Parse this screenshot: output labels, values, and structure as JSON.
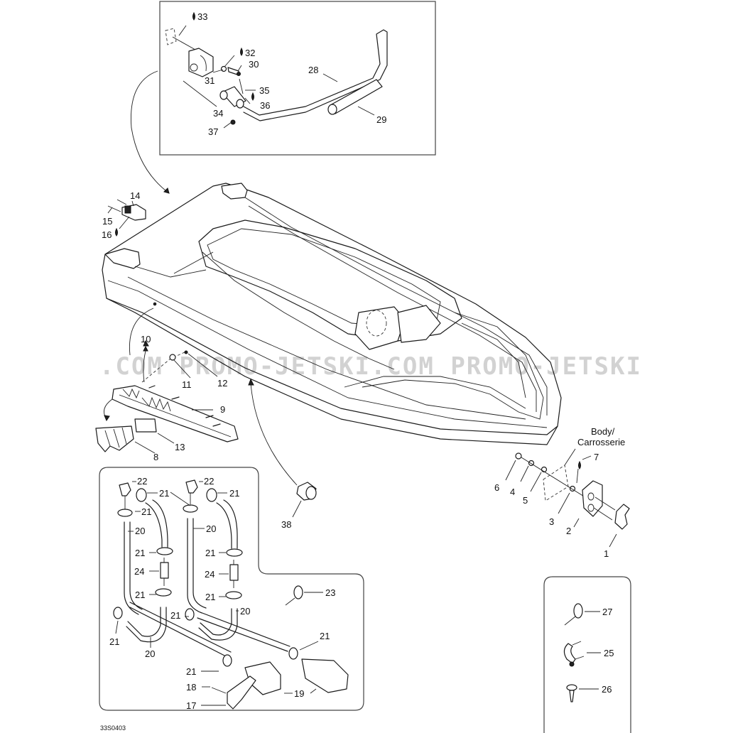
{
  "diagram": {
    "title_code": "33S0403",
    "watermark": ".COM PROMO-JETSKI.COM PROMO-JETSKI",
    "body_label_line1": "Body/",
    "body_label_line2": "Carrosserie",
    "icons": {
      "sealant": "drop-icon",
      "arrow": "arrow-icon"
    },
    "colors": {
      "line": "#1a1a1a",
      "background": "#ffffff",
      "watermark": "#d2d2d2"
    }
  },
  "callouts": {
    "p1": "1",
    "p2": "2",
    "p3": "3",
    "p4": "4",
    "p5": "5",
    "p6": "6",
    "p7": "7",
    "p8": "8",
    "p9": "9",
    "p10": "10",
    "p11": "11",
    "p12": "12",
    "p13": "13",
    "p14": "14",
    "p15": "15",
    "p16": "16",
    "p17": "17",
    "p18": "18",
    "p19": "19",
    "p20a": "20",
    "p20b": "20",
    "p20c": "20",
    "p20d": "20",
    "p21a": "21",
    "p21b": "21",
    "p21c": "21",
    "p21d": "21",
    "p21e": "21",
    "p21f": "21",
    "p21g": "21",
    "p21h": "21",
    "p21i": "21",
    "p21j": "21",
    "p21k": "21",
    "p22a": "22",
    "p22b": "22",
    "p23": "23",
    "p24a": "24",
    "p24b": "24",
    "p25": "25",
    "p26": "26",
    "p27": "27",
    "p28": "28",
    "p29": "29",
    "p30": "30",
    "p31": "31",
    "p32": "32",
    "p33": "33",
    "p34": "34",
    "p35": "35",
    "p36": "36",
    "p37": "37",
    "p38": "38"
  }
}
